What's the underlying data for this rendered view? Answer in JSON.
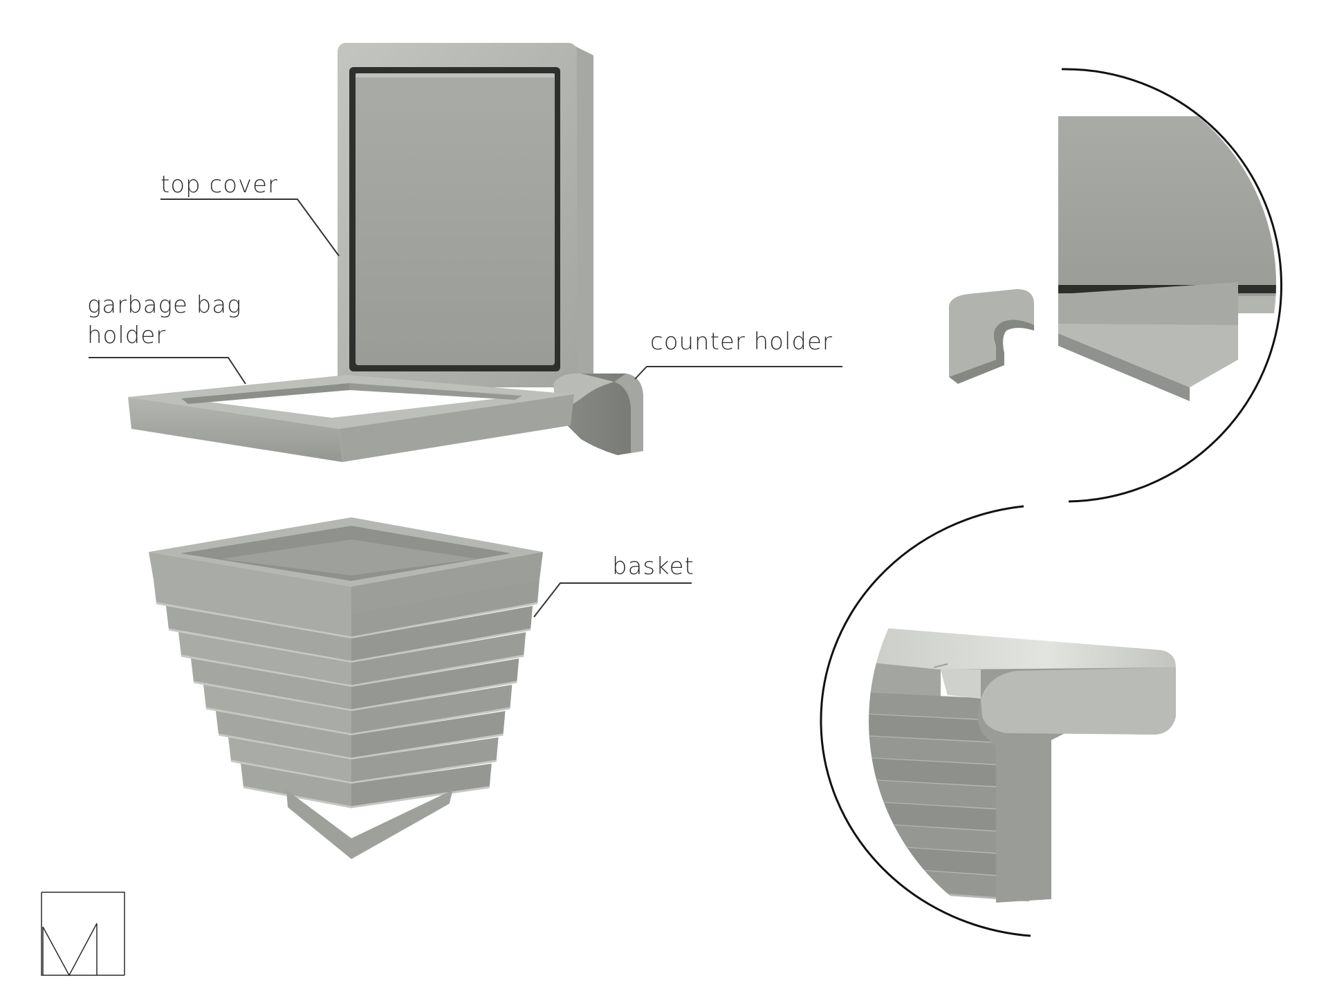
{
  "labels": {
    "top_cover": "top cover",
    "garbage_bag_holder_line1": "garbage bag",
    "garbage_bag_holder_line2": "holder",
    "counter_holder": "counter holder",
    "basket": "basket"
  },
  "colors": {
    "plastic_light": "#b2b4b0",
    "plastic_mid": "#9c9e9a",
    "plastic_dark": "#7f817d",
    "gasket": "#2e302e",
    "ink": "#2a2a2a"
  }
}
